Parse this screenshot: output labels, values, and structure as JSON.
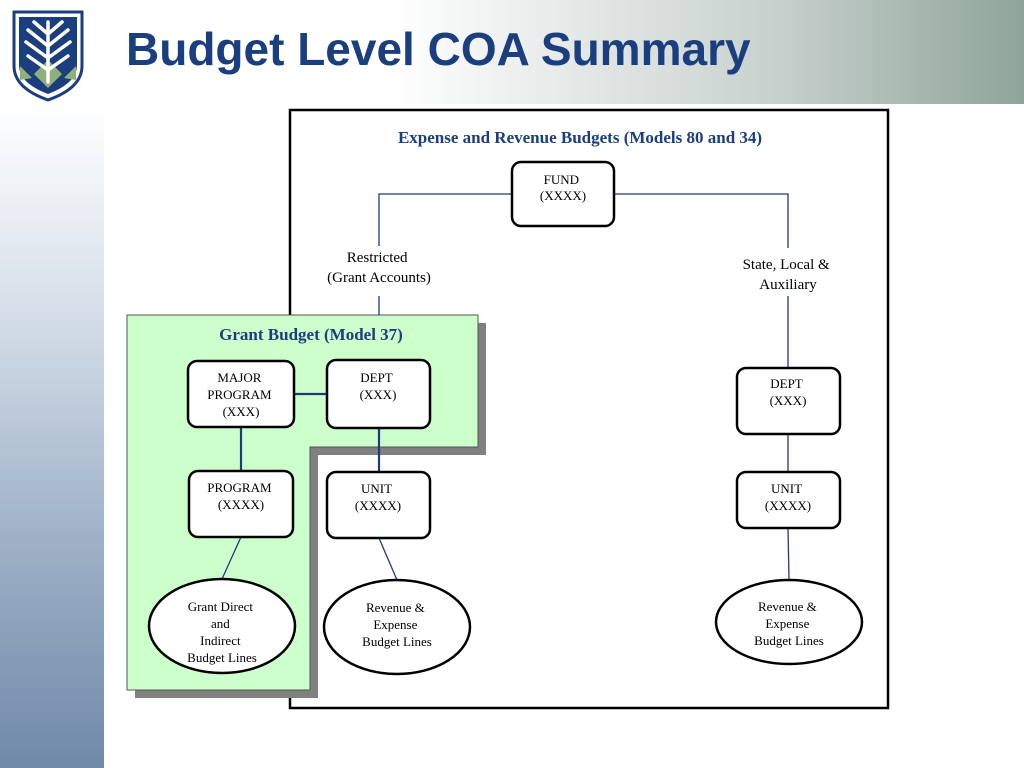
{
  "slide": {
    "title": "Budget Level COA Summary",
    "logo_icon": "tree-shield-logo-icon"
  },
  "colors": {
    "title": "#1b3f7e",
    "connector": "#1f3b7a",
    "grant_panel_fill": "#ccffcc",
    "panel_shadow": "#808080"
  },
  "diagram": {
    "main_title": "Expense and Revenue Budgets (Models 80 and 34)",
    "fund": [
      "FUND",
      "(XXXX)"
    ],
    "restricted": [
      "Restricted",
      "(Grant Accounts)"
    ],
    "state": [
      "State, Local &",
      "Auxiliary"
    ],
    "grant_title": "Grant Budget (Model 37)",
    "major_program": [
      "MAJOR",
      "PROGRAM",
      "(XXX)"
    ],
    "dept_left": [
      "DEPT",
      "(XXX)"
    ],
    "program": [
      "PROGRAM",
      "(XXXX)"
    ],
    "unit_left": [
      "UNIT",
      "(XXXX)"
    ],
    "grant_lines": [
      "Grant Direct",
      "and",
      "Indirect",
      "Budget Lines"
    ],
    "rev_left": [
      "Revenue &",
      "Expense",
      "Budget Lines"
    ],
    "dept_right": [
      "DEPT",
      "(XXX)"
    ],
    "unit_right": [
      "UNIT",
      "(XXXX)"
    ],
    "rev_right": [
      "Revenue &",
      "Expense",
      "Budget Lines"
    ]
  }
}
